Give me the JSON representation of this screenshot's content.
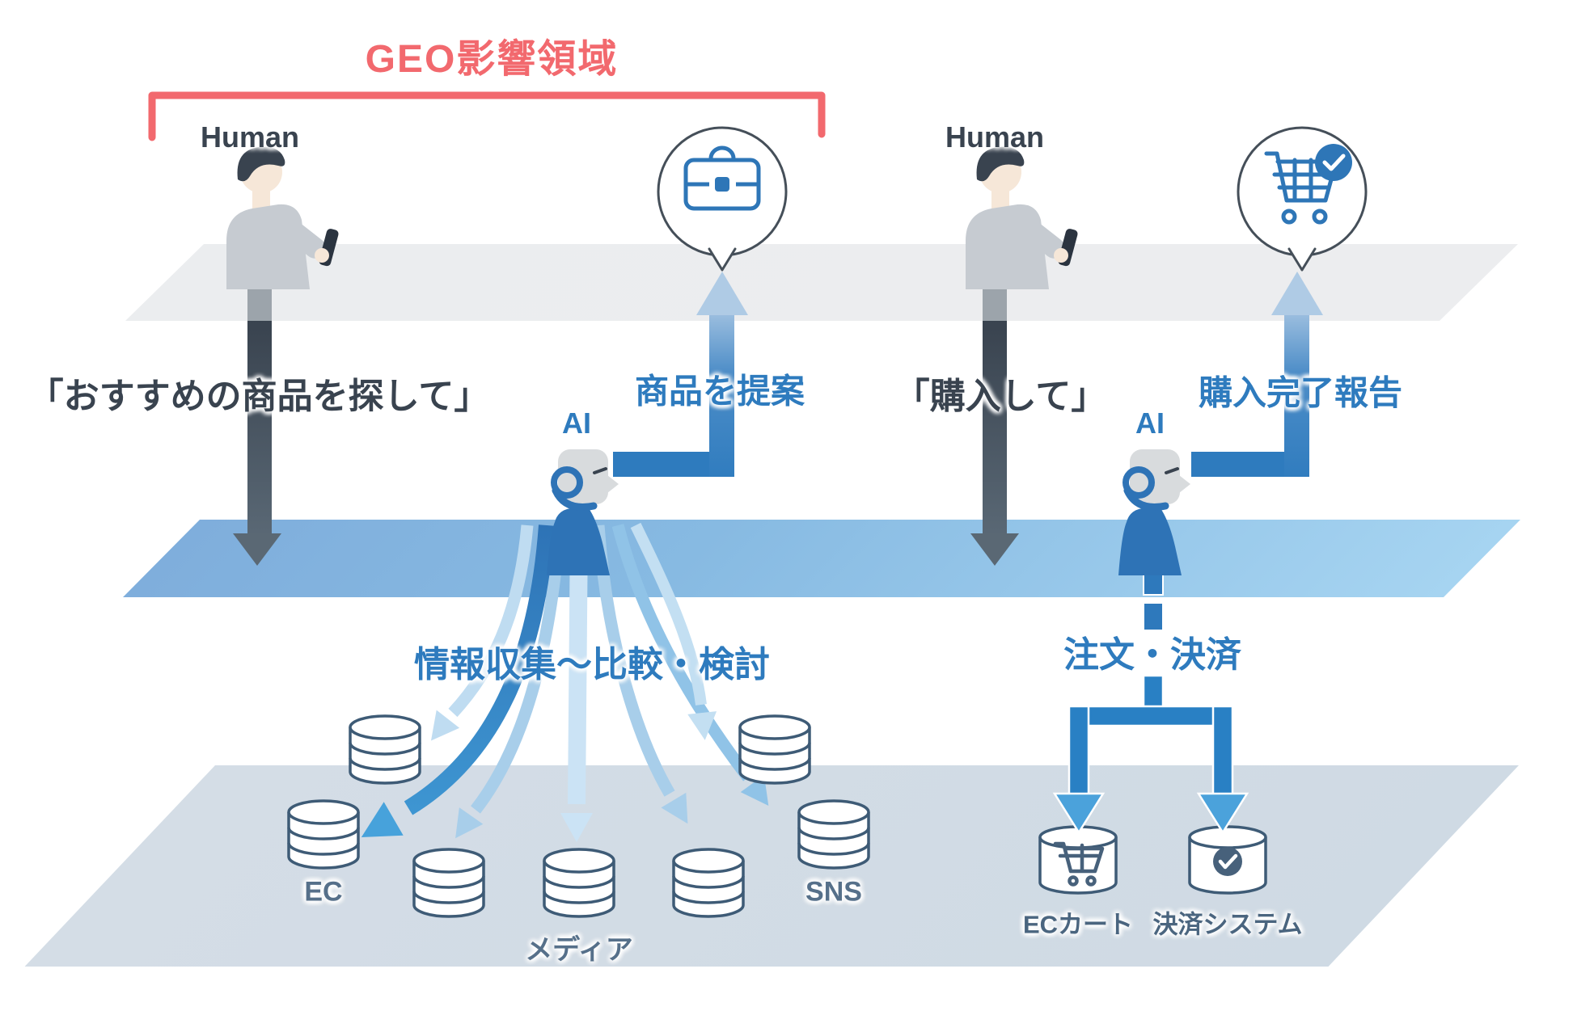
{
  "title": {
    "text": "GEO影響領域"
  },
  "actors": {
    "human_left": "Human",
    "human_right": "Human",
    "ai_left": "AI",
    "ai_right": "AI"
  },
  "messages": {
    "find_request": "「おすすめの商品を探して」",
    "proposal": "商品を提案",
    "purchase_request": "「購入して」",
    "completion_report": "購入完了報告",
    "research": "情報収集〜比較・検討",
    "order_payment": "注文・決済"
  },
  "data_sources": {
    "ec": "EC",
    "media": "メディア",
    "sns": "SNS"
  },
  "systems": {
    "ec_cart": "ECカート",
    "payment_system": "決済システム"
  },
  "icons": {
    "proposal_bubble": "briefcase-icon",
    "completion_bubble": "cart-check-icon",
    "source": "database-icon",
    "ec_cart": "cart-icon",
    "payment": "check-badge-icon"
  },
  "colors": {
    "accent_red": "#F2696E",
    "text_dark": "#39434F",
    "text_blue": "#2E7BBE",
    "layer_top": "#ECEDEF",
    "layer_middle_left": "#7FAEDC",
    "layer_middle_right": "#A6D4F1",
    "layer_bottom": "#D3DCE5",
    "db_outline": "#3E5B76"
  }
}
